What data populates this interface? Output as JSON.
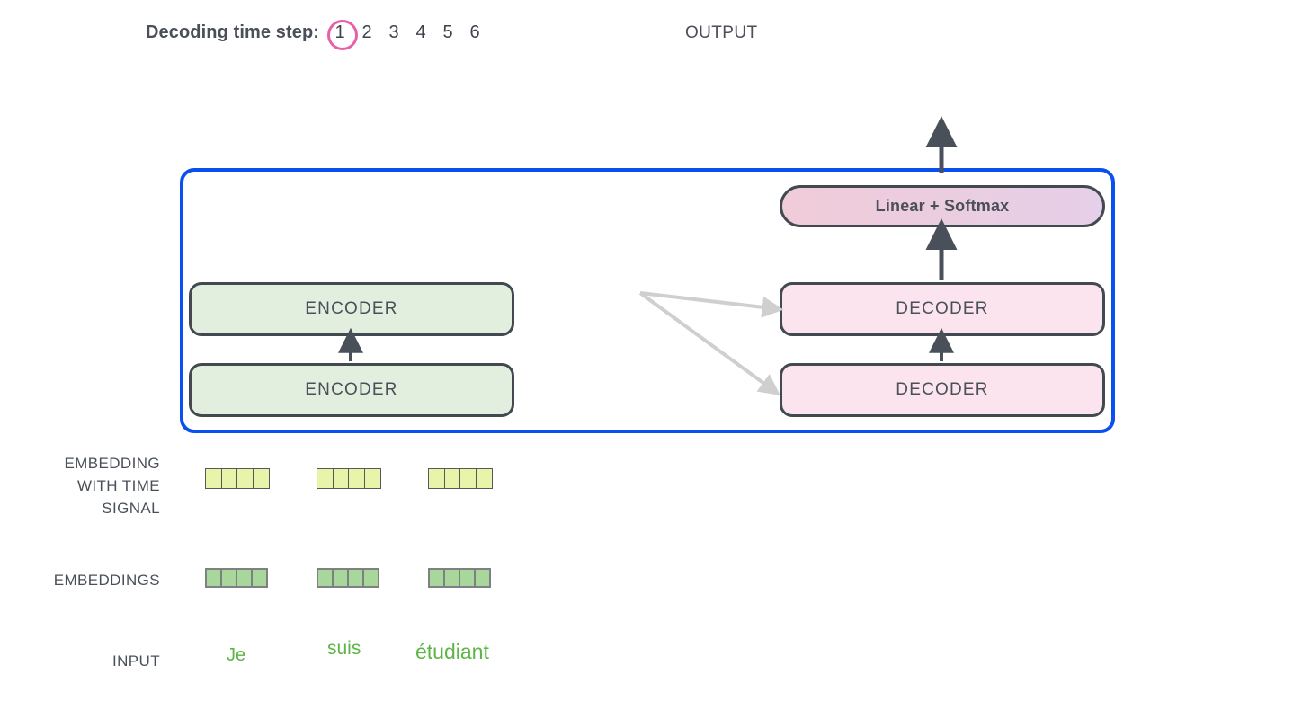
{
  "header": {
    "timestep_label": "Decoding time step:",
    "steps": [
      {
        "value": "1",
        "active": true
      },
      {
        "value": "2",
        "active": false
      },
      {
        "value": "3",
        "active": false
      },
      {
        "value": "4",
        "active": false
      },
      {
        "value": "5",
        "active": false
      },
      {
        "value": "6",
        "active": false
      }
    ],
    "output_label": "OUTPUT"
  },
  "model": {
    "linear_softmax": "Linear + Softmax",
    "encoder_top": "ENCODER",
    "encoder_bottom": "ENCODER",
    "decoder_top": "DECODER",
    "decoder_bottom": "DECODER"
  },
  "rows": {
    "embedding_with_time_signal": "EMBEDDING\nWITH TIME\nSIGNAL",
    "embedding_with_time_signal_lines": [
      "EMBEDDING",
      "WITH TIME",
      "SIGNAL"
    ],
    "embeddings": "EMBEDDINGS",
    "input": "INPUT"
  },
  "tokens": [
    {
      "word": "Je",
      "cells": 4
    },
    {
      "word": "suis",
      "cells": 4
    },
    {
      "word": "étudiant",
      "cells": 4
    }
  ],
  "colors": {
    "container_border": "#0a4ff0",
    "encoder_fill": "#e2efdf",
    "decoder_fill": "#fbe4ee",
    "linear_softmax_start": "#f0cbd8",
    "linear_softmax_end": "#e6cfe8",
    "box_border": "#434951",
    "time_signal_cell": "#e9f4ab",
    "embedding_cell": "#a9d79b",
    "active_step_ring": "#e661a8",
    "word_text": "#5cb545",
    "label_text": "#4a5059",
    "connector_arrow": "#cfcfcf"
  }
}
